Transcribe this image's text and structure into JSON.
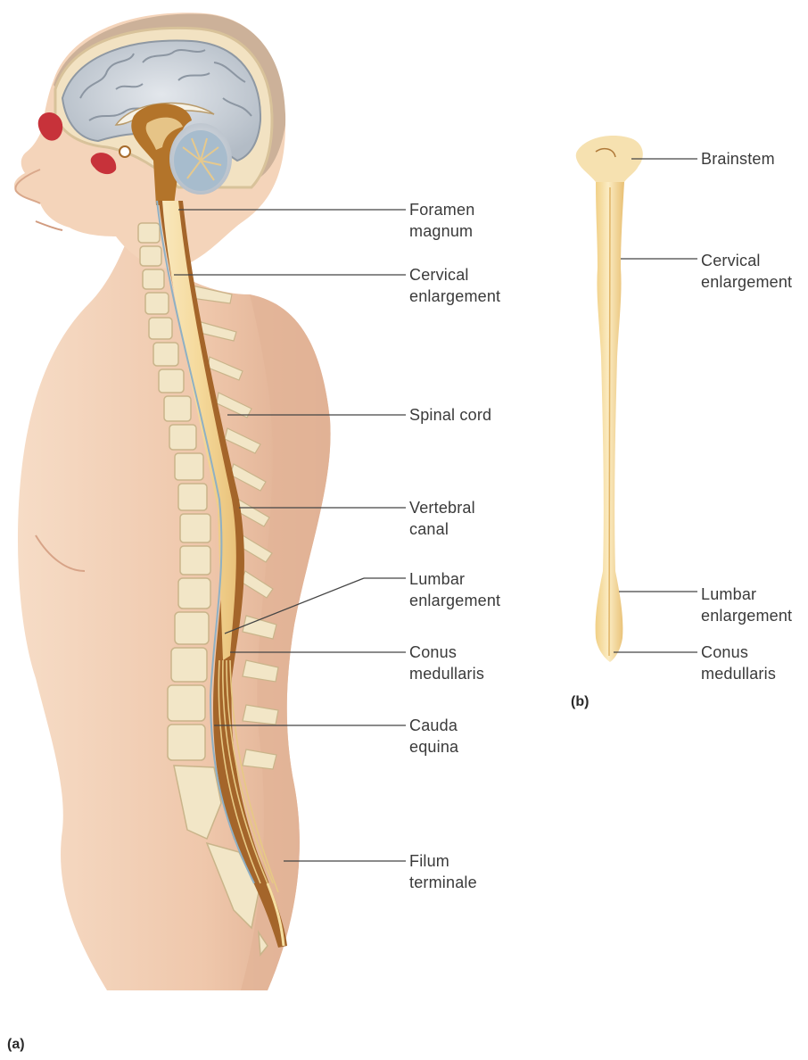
{
  "panels": {
    "a": "(a)",
    "b": "(b)"
  },
  "labels_a": {
    "foramen_magnum": "Foramen\nmagnum",
    "cervical_enlargement": "Cervical\nenlargement",
    "spinal_cord": "Spinal cord",
    "vertebral_canal": "Vertebral\ncanal",
    "lumbar_enlargement": "Lumbar\nenlargement",
    "conus_medullaris": "Conus\nmedullaris",
    "cauda_equina": "Cauda\nequina",
    "filum_terminale": "Filum\nterminale"
  },
  "labels_b": {
    "brainstem": "Brainstem",
    "cervical_enlargement": "Cervical\nenlargement",
    "lumbar_enlargement": "Lumbar\nenlargement",
    "conus_medullaris": "Conus\nmedullaris"
  },
  "colors": {
    "skin": "#f3d2b8",
    "skin_shade": "#e7b99d",
    "back_shade": "#d9a58a",
    "hair": "#c9ad93",
    "brain": "#c8ced6",
    "brain_dark": "#9aa3ad",
    "cerebellum": "#a9bfd0",
    "brainstem": "#b5772c",
    "cord": "#f7dfa6",
    "cord_dark": "#a0621f",
    "vertebra": "#f1e6c6",
    "sinus": "#c4323a",
    "leader": "#444444"
  }
}
